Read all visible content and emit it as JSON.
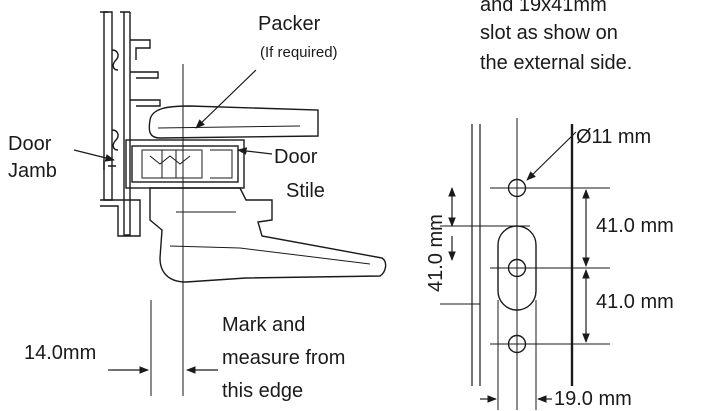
{
  "labels": {
    "packer": "Packer",
    "packer_note": "(If required)",
    "door_jamb_1": "Door",
    "door_jamb_2": "Jamb",
    "door_stile_1": "Door",
    "door_stile_2": "Stile",
    "slot_note_1": "and 19x41mm",
    "slot_note_2": "slot as show on",
    "slot_note_3": "the external side.",
    "mark_1": "Mark and",
    "mark_2": "measure from",
    "mark_3": "this edge",
    "offset_dim": "14.0mm",
    "hole_dia": "Ø11 mm",
    "vert_dim": "41.0 mm",
    "spacing_upper": "41.0 mm",
    "spacing_lower": "41.0 mm",
    "edge_dim": "19.0 mm"
  }
}
